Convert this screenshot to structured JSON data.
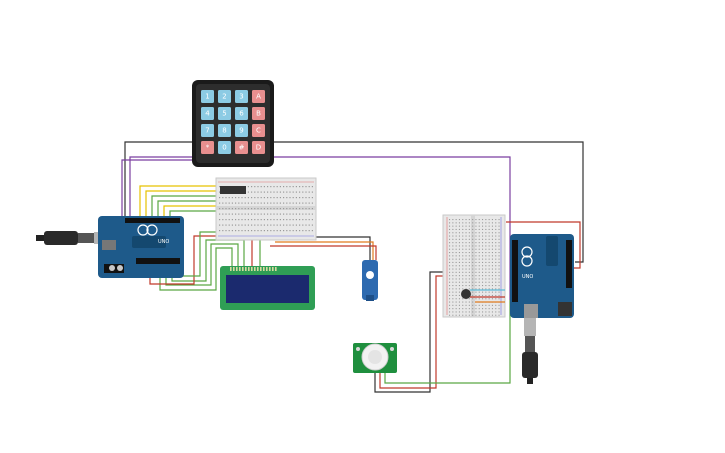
{
  "keypad": {
    "rows": [
      [
        "1",
        "2",
        "3",
        "A"
      ],
      [
        "4",
        "5",
        "6",
        "B"
      ],
      [
        "7",
        "8",
        "9",
        "C"
      ],
      [
        "*",
        "0",
        "#",
        "D"
      ]
    ]
  },
  "arduino_left": {
    "brand": "UNO"
  },
  "arduino_right": {
    "brand": "UNO"
  },
  "colors": {
    "keypad_number_key": "#8ccbe4",
    "keypad_letter_key": "#e88f8f",
    "board_blue": "#1e5a8a",
    "lcd_green": "#2f9e55",
    "lcd_screen": "#1b2a6e",
    "sensor_green": "#1f8f3e",
    "servo_blue": "#2d6ab0",
    "wire_black": "#333333",
    "wire_purple": "#7b3fa0",
    "wire_red": "#c0392b",
    "wire_green": "#5aa843",
    "wire_yellow": "#e6c200",
    "wire_orange": "#e07b1f"
  }
}
